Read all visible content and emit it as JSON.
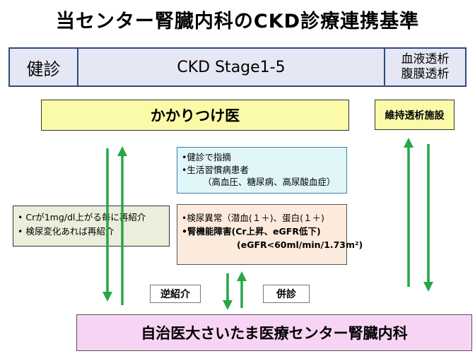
{
  "title": "当センター腎臓内科のCKD診療連携基準",
  "band": {
    "kenshin": "健診",
    "ckd_stage": "CKD Stage1-5",
    "dialysis_line1": "血液透析",
    "dialysis_line2": "腹膜透析"
  },
  "kakaritsuke": "かかりつけ医",
  "iji_toseki": "維持透析施設",
  "cyan_box": {
    "line1": "•健診で指摘",
    "line2": "•生活習慣病患者",
    "line3": "（高血圧、糖尿病、高尿酸血症）"
  },
  "peach_box": {
    "line1": "•検尿異常（潜血(１＋)、蛋白(１＋)",
    "line2": "•腎機能障害(Cr上昇、eGFR低下)",
    "line3": "(eGFR<60ml/min/1.73m²)"
  },
  "green_box": {
    "line1": "• Crが1mg/dl上がる毎に再紹介",
    "line2": "• 検尿変化あれば再紹介"
  },
  "labels": {
    "gyaku_shokai": "逆紹介",
    "heishin": "併診"
  },
  "hospital": "自治医大さいたま医療センター腎臓内科",
  "colors": {
    "arrow_green": "#27a647",
    "band_border": "#2f4a7a",
    "yellow": "#fbfaa8",
    "pink": "#f8d4f4"
  }
}
